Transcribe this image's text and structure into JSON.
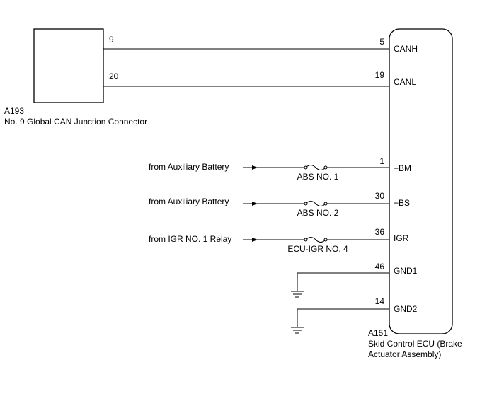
{
  "connector_a193": {
    "ref": "A193",
    "name": "No. 9 Global CAN Junction Connector",
    "pins": [
      "9",
      "20"
    ]
  },
  "ecu_a151": {
    "ref": "A151",
    "name_line1": "Skid Control ECU (Brake",
    "name_line2": "Actuator Assembly)",
    "terminals": [
      {
        "pin": "5",
        "label": "CANH"
      },
      {
        "pin": "19",
        "label": "CANL"
      },
      {
        "pin": "1",
        "label": "+BM"
      },
      {
        "pin": "30",
        "label": "+BS"
      },
      {
        "pin": "36",
        "label": "IGR"
      },
      {
        "pin": "46",
        "label": "GND1"
      },
      {
        "pin": "14",
        "label": "GND2"
      }
    ]
  },
  "power_feeds": [
    {
      "source": "from Auxiliary Battery",
      "fuse": "ABS NO. 1"
    },
    {
      "source": "from Auxiliary Battery",
      "fuse": "ABS NO. 2"
    },
    {
      "source": "from IGR NO. 1 Relay",
      "fuse": "ECU-IGR NO. 4"
    }
  ]
}
